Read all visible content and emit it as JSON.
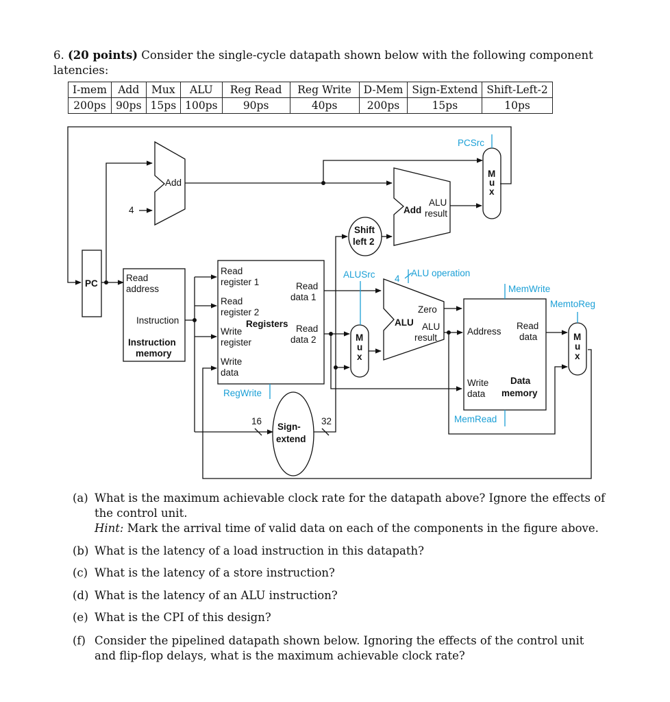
{
  "question": {
    "number": "6.",
    "points": "(20 points)",
    "intro": "Consider the single-cycle datapath shown below with the following component latencies:"
  },
  "latency_table": {
    "headers": [
      "I-mem",
      "Add",
      "Mux",
      "ALU",
      "Reg Read",
      "Reg Write",
      "D-Mem",
      "Sign-Extend",
      "Shift-Left-2"
    ],
    "values": [
      "200ps",
      "90ps",
      "15ps",
      "100ps",
      "90ps",
      "40ps",
      "200ps",
      "15ps",
      "10ps"
    ]
  },
  "diagram": {
    "pc": "PC",
    "four": "4",
    "add_top": "Add",
    "pcsrc": "PCSrc",
    "mux_label": [
      "M",
      "u",
      "x"
    ],
    "shift_left": [
      "Shift",
      "left 2"
    ],
    "add_alu": "Add",
    "alu_result_top": [
      "ALU",
      "result"
    ],
    "imem_read": [
      "Read",
      "address"
    ],
    "imem_instruction": "Instruction",
    "imem_title": [
      "Instruction",
      "memory"
    ],
    "reg_read1": [
      "Read",
      "register 1"
    ],
    "reg_read2": [
      "Read",
      "register 2"
    ],
    "reg_write": [
      "Write",
      "register"
    ],
    "reg_write_data": [
      "Write",
      "data"
    ],
    "reg_title": "Registers",
    "reg_read_data1": [
      "Read",
      "data 1"
    ],
    "reg_read_data2": [
      "Read",
      "data 2"
    ],
    "regwrite": "RegWrite",
    "alusrc": "ALUSrc",
    "alu_op_bits": "4",
    "alu_operation": "ALU operation",
    "zero": "Zero",
    "alu": "ALU",
    "alu_result": [
      "ALU",
      "result"
    ],
    "memwrite": "MemWrite",
    "memtoreg": "MemtoReg",
    "dmem_address": "Address",
    "dmem_read_data": [
      "Read",
      "data"
    ],
    "dmem_write_data": [
      "Write",
      "data"
    ],
    "dmem_title": [
      "Data",
      "memory"
    ],
    "memread": "MemRead",
    "sign_extend": [
      "Sign-",
      "extend"
    ],
    "bits16": "16",
    "bits32": "32",
    "colors": {
      "control": "#1a9fd6",
      "line": "#111111"
    }
  },
  "parts": [
    {
      "label": "(a)",
      "text": "What is the maximum achievable clock rate for the datapath above? Ignore the effects of the control unit.",
      "hint_label": "Hint:",
      "hint": "Mark the arrival time of valid data on each of the components in the figure above."
    },
    {
      "label": "(b)",
      "text": "What is the latency of a load instruction in this datapath?"
    },
    {
      "label": "(c)",
      "text": "What is the latency of a store instruction?"
    },
    {
      "label": "(d)",
      "text": "What is the latency of an ALU instruction?"
    },
    {
      "label": "(e)",
      "text": "What is the CPI of this design?"
    },
    {
      "label": "(f)",
      "text": "Consider the pipelined datapath shown below. Ignoring the effects of the control unit and flip-flop delays, what is the maximum achievable clock rate?"
    }
  ]
}
